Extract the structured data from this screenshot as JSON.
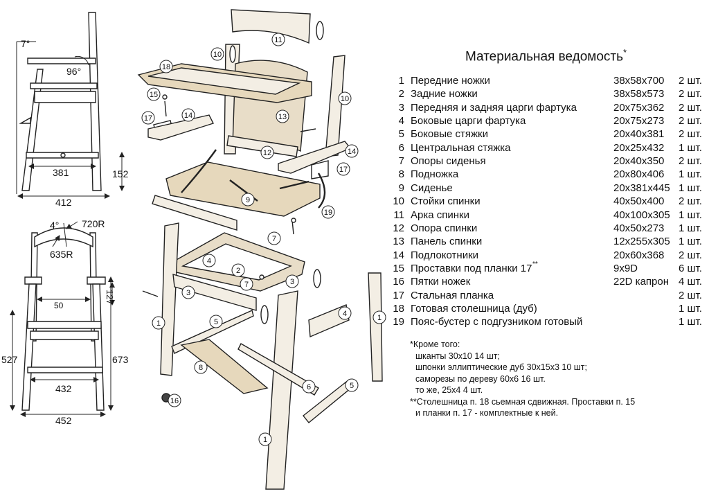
{
  "bom": {
    "title": "Материальная ведомость",
    "title_mark": "*",
    "items": [
      {
        "num": "1",
        "name": "Передние ножки",
        "name_mark": "",
        "size": "38x58x700",
        "qty": "2 шт."
      },
      {
        "num": "2",
        "name": "Задние ножки",
        "name_mark": "",
        "size": "38x58x573",
        "qty": "2 шт."
      },
      {
        "num": "3",
        "name": "Передняя и задняя царги фартука",
        "name_mark": "",
        "size": "20x75x362",
        "qty": "2 шт."
      },
      {
        "num": "4",
        "name": "Боковые царги фартука",
        "name_mark": "",
        "size": "20x75x273",
        "qty": "2 шт."
      },
      {
        "num": "5",
        "name": "Боковые стяжки",
        "name_mark": "",
        "size": "20x40x381",
        "qty": "2 шт."
      },
      {
        "num": "6",
        "name": "Центральная стяжка",
        "name_mark": "",
        "size": "20x25x432",
        "qty": "1 шт."
      },
      {
        "num": "7",
        "name": "Опоры сиденья",
        "name_mark": "",
        "size": "20x40x350",
        "qty": "2 шт."
      },
      {
        "num": "8",
        "name": "Подножка",
        "name_mark": "",
        "size": "20x80x406",
        "qty": "1 шт."
      },
      {
        "num": "9",
        "name": "Сиденье",
        "name_mark": "",
        "size": "20x381x445",
        "qty": "1 шт."
      },
      {
        "num": "10",
        "name": "Стойки спинки",
        "name_mark": "",
        "size": "40x50x400",
        "qty": "2 шт."
      },
      {
        "num": "11",
        "name": "Арка спинки",
        "name_mark": "",
        "size": "40x100x305",
        "qty": "1 шт."
      },
      {
        "num": "12",
        "name": "Опора спинки",
        "name_mark": "",
        "size": "40x50x273",
        "qty": "1 шт."
      },
      {
        "num": "13",
        "name": "Панель спинки",
        "name_mark": "",
        "size": "12x255x305",
        "qty": "1 шт."
      },
      {
        "num": "14",
        "name": "Подлокотники",
        "name_mark": "",
        "size": "20x60x368",
        "qty": "2 шт."
      },
      {
        "num": "15",
        "name": "Проставки под планки 17",
        "name_mark": "**",
        "size": "9x9D",
        "qty": "6 шт."
      },
      {
        "num": "16",
        "name": "Пятки ножек",
        "name_mark": "",
        "size": "22D капрон",
        "qty": "4 шт."
      },
      {
        "num": "17",
        "name": "Стальная планка",
        "name_mark": "",
        "size": "",
        "qty": "2 шт."
      },
      {
        "num": "18",
        "name": "Готовая столешница (дуб)",
        "name_mark": "",
        "size": "",
        "qty": "1 шт."
      },
      {
        "num": "19",
        "name": "Пояс-бустер с подгузником готовый",
        "name_mark": "",
        "size": "",
        "qty": "1 шт."
      }
    ]
  },
  "notes": {
    "head": "*Кроме того:",
    "lines": [
      "шканты 30х10 14 шт;",
      "шпонки эллиптические дуб 30х15х3 10 шт;",
      "саморезы по дереву 60х6 16 шт.",
      "то же, 25х4 4 шт."
    ],
    "foot1": "**Столешница п. 18 сьемная сдвижная. Проставки п. 15",
    "foot2": "и планки п. 17 - комплектные к ней."
  },
  "side_view": {
    "angle_top": "7°",
    "angle_back": "96°",
    "width_inner": "381",
    "width_outer": "412",
    "height_step": "152"
  },
  "front_view": {
    "angle_top": "4°",
    "radius_outer": "720R",
    "radius_inner": "635R",
    "arm_gap": "127",
    "gap_50": "50",
    "height_left": "527",
    "height_right": "673",
    "width_inner": "432",
    "width_outer": "452"
  },
  "callouts": [
    "1",
    "1",
    "1",
    "2",
    "2",
    "3",
    "3",
    "4",
    "4",
    "5",
    "5",
    "6",
    "7",
    "7",
    "8",
    "9",
    "10",
    "10",
    "11",
    "12",
    "13",
    "14",
    "14",
    "15",
    "16",
    "17",
    "17",
    "18",
    "19"
  ]
}
